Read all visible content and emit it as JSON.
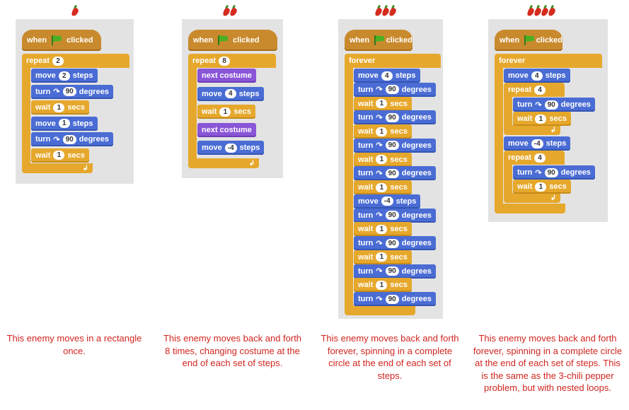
{
  "columns": [
    {
      "chili_count": 1,
      "description": "This enemy moves in a rectangle once.",
      "script": {
        "hat": {
          "when": "when",
          "clicked": "clicked"
        },
        "loop": {
          "label": "repeat",
          "count": "2"
        },
        "blocks": [
          {
            "type": "motion",
            "text": "move",
            "value": "2",
            "suffix": "steps"
          },
          {
            "type": "motion",
            "text": "turn",
            "icon": "↷",
            "value": "90",
            "suffix": "degrees"
          },
          {
            "type": "wait",
            "text": "wait",
            "value": "1",
            "suffix": "secs"
          },
          {
            "type": "motion",
            "text": "move",
            "value": "1",
            "suffix": "steps"
          },
          {
            "type": "motion",
            "text": "turn",
            "icon": "↷",
            "value": "90",
            "suffix": "degrees"
          },
          {
            "type": "wait",
            "text": "wait",
            "value": "1",
            "suffix": "secs"
          }
        ]
      }
    },
    {
      "chili_count": 2,
      "description": "This enemy moves back and forth 8 times, changing costume at the end of each set of steps.",
      "script": {
        "hat": {
          "when": "when",
          "clicked": "clicked"
        },
        "loop": {
          "label": "repeat",
          "count": "8"
        },
        "blocks": [
          {
            "type": "looks",
            "text": "next costume"
          },
          {
            "type": "motion",
            "text": "move",
            "value": "4",
            "suffix": "steps"
          },
          {
            "type": "wait",
            "text": "wait",
            "value": "1",
            "suffix": "secs"
          },
          {
            "type": "looks",
            "text": "next costume"
          },
          {
            "type": "motion",
            "text": "move",
            "value": "-4",
            "suffix": "steps"
          }
        ]
      }
    },
    {
      "chili_count": 3,
      "description": "This enemy moves back and forth forever, spinning in a complete circle at the end of each set of steps.",
      "script": {
        "hat": {
          "when": "when",
          "clicked": "clicked"
        },
        "loop": {
          "label": "forever"
        },
        "blocks": [
          {
            "type": "motion",
            "text": "move",
            "value": "4",
            "suffix": "steps"
          },
          {
            "type": "motion",
            "text": "turn",
            "icon": "↷",
            "value": "90",
            "suffix": "degrees"
          },
          {
            "type": "wait",
            "text": "wait",
            "value": "1",
            "suffix": "secs"
          },
          {
            "type": "motion",
            "text": "turn",
            "icon": "↷",
            "value": "90",
            "suffix": "degrees"
          },
          {
            "type": "wait",
            "text": "wait",
            "value": "1",
            "suffix": "secs"
          },
          {
            "type": "motion",
            "text": "turn",
            "icon": "↷",
            "value": "90",
            "suffix": "degrees"
          },
          {
            "type": "wait",
            "text": "wait",
            "value": "1",
            "suffix": "secs"
          },
          {
            "type": "motion",
            "text": "turn",
            "icon": "↷",
            "value": "90",
            "suffix": "degrees"
          },
          {
            "type": "wait",
            "text": "wait",
            "value": "1",
            "suffix": "secs"
          },
          {
            "type": "motion",
            "text": "move",
            "value": "-4",
            "suffix": "steps"
          },
          {
            "type": "motion",
            "text": "turn",
            "icon": "↷",
            "value": "90",
            "suffix": "degrees"
          },
          {
            "type": "wait",
            "text": "wait",
            "value": "1",
            "suffix": "secs"
          },
          {
            "type": "motion",
            "text": "turn",
            "icon": "↷",
            "value": "90",
            "suffix": "degrees"
          },
          {
            "type": "wait",
            "text": "wait",
            "value": "1",
            "suffix": "secs"
          },
          {
            "type": "motion",
            "text": "turn",
            "icon": "↷",
            "value": "90",
            "suffix": "degrees"
          },
          {
            "type": "wait",
            "text": "wait",
            "value": "1",
            "suffix": "secs"
          },
          {
            "type": "motion",
            "text": "turn",
            "icon": "↷",
            "value": "90",
            "suffix": "degrees"
          }
        ]
      }
    },
    {
      "chili_count": 4,
      "description": "This enemy moves back and forth forever, spinning in a complete circle at the end of each set of steps. This is the same as the 3-chili pepper problem, but with nested loops.",
      "script": {
        "hat": {
          "when": "when",
          "clicked": "clicked"
        },
        "loop": {
          "label": "forever"
        },
        "blocks": [
          {
            "type": "motion",
            "text": "move",
            "value": "4",
            "suffix": "steps"
          },
          {
            "type": "repeat",
            "text": "repeat",
            "value": "4",
            "children": [
              {
                "type": "motion",
                "text": "turn",
                "icon": "↷",
                "value": "90",
                "suffix": "degrees"
              },
              {
                "type": "wait",
                "text": "wait",
                "value": "1",
                "suffix": "secs"
              }
            ]
          },
          {
            "type": "motion",
            "text": "move",
            "value": "-4",
            "suffix": "steps"
          },
          {
            "type": "repeat",
            "text": "repeat",
            "value": "4",
            "children": [
              {
                "type": "motion",
                "text": "turn",
                "icon": "↷",
                "value": "90",
                "suffix": "degrees"
              },
              {
                "type": "wait",
                "text": "wait",
                "value": "1",
                "suffix": "secs"
              }
            ]
          }
        ]
      }
    }
  ],
  "colors": {
    "description_text": "#d0251f",
    "panel_bg": "#e3e3e3",
    "events_hat": "#c98a2d",
    "control": "#e6a82c",
    "motion": "#4a6cd4",
    "looks": "#8a55d7",
    "flag": "#4caf24",
    "chili": "#d52b1e"
  }
}
